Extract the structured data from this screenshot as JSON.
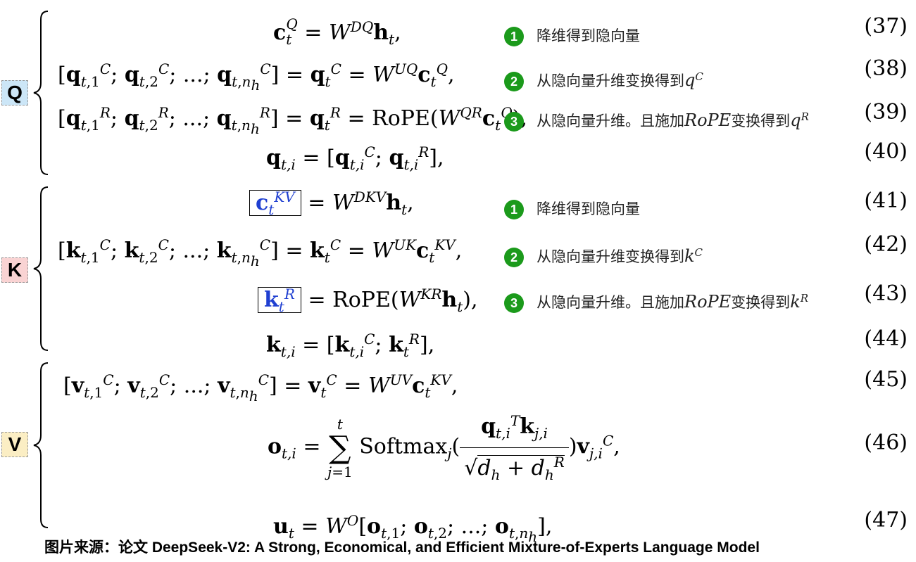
{
  "groups": {
    "q": "Q",
    "k": "K",
    "v": "V"
  },
  "notes": {
    "n37": "降维得到隐向量",
    "n38": "从隐向量升维变换得到",
    "n38_sym": "q",
    "n38_sup": "C",
    "n39": "从隐向量升维。且施加",
    "n39_rope": "RoPE",
    "n39_mid": "变换得到",
    "n39_sym": "q",
    "n39_sup": "R",
    "n41": "降维得到隐向量",
    "n42": "从隐向量升维变换得到",
    "n42_sym": "k",
    "n42_sup": "C",
    "n43": "从隐向量升维。且施加",
    "n43_rope": "RoPE",
    "n43_mid": "变换得到",
    "n43_sym": "k",
    "n43_sup": "R"
  },
  "markers": {
    "m1": "1",
    "m2": "2",
    "m3": "3"
  },
  "equation_numbers": [
    "(37)",
    "(38)",
    "(39)",
    "(40)",
    "(41)",
    "(42)",
    "(43)",
    "(44)",
    "(45)",
    "(46)",
    "(47)"
  ],
  "caption": "图片来源：论文 DeepSeek-V2: A Strong, Economical, and Efficient Mixture-of-Experts Language Model"
}
